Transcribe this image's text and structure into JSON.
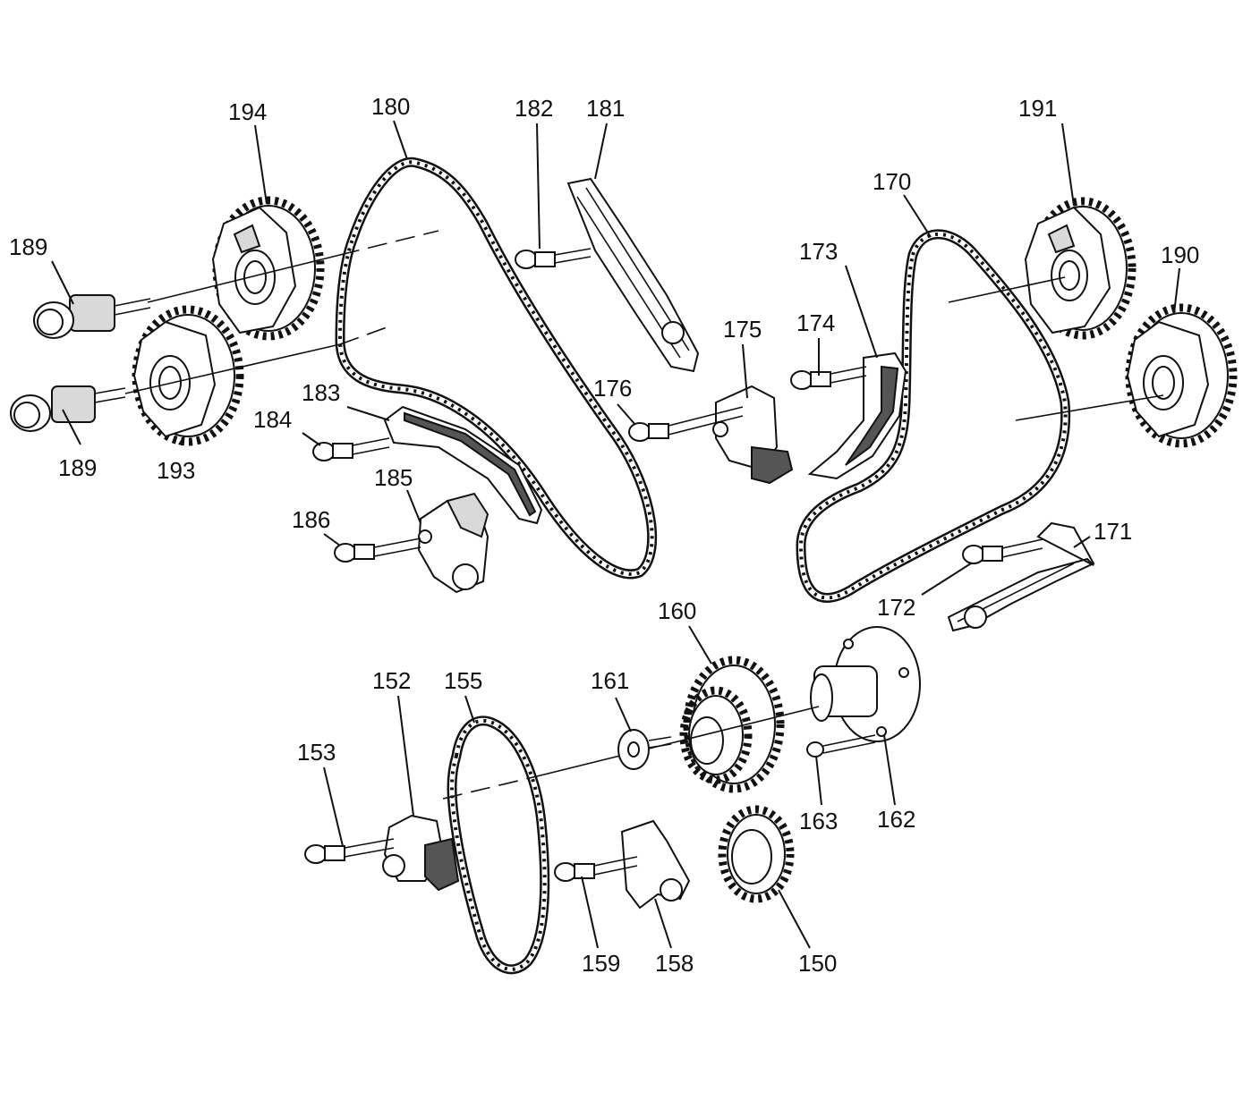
{
  "labels": {
    "l150": "150",
    "l152": "152",
    "l153": "153",
    "l155": "155",
    "l158": "158",
    "l159": "159",
    "l160": "160",
    "l161": "161",
    "l162": "162",
    "l163": "163",
    "l170": "170",
    "l171": "171",
    "l172": "172",
    "l173": "173",
    "l174": "174",
    "l175": "175",
    "l176": "176",
    "l180": "180",
    "l181": "181",
    "l182": "182",
    "l183": "183",
    "l184": "184",
    "l185": "185",
    "l186": "186",
    "l189a": "189",
    "l189b": "189",
    "l190": "190",
    "l191": "191",
    "l193": "193",
    "l194": "194"
  }
}
